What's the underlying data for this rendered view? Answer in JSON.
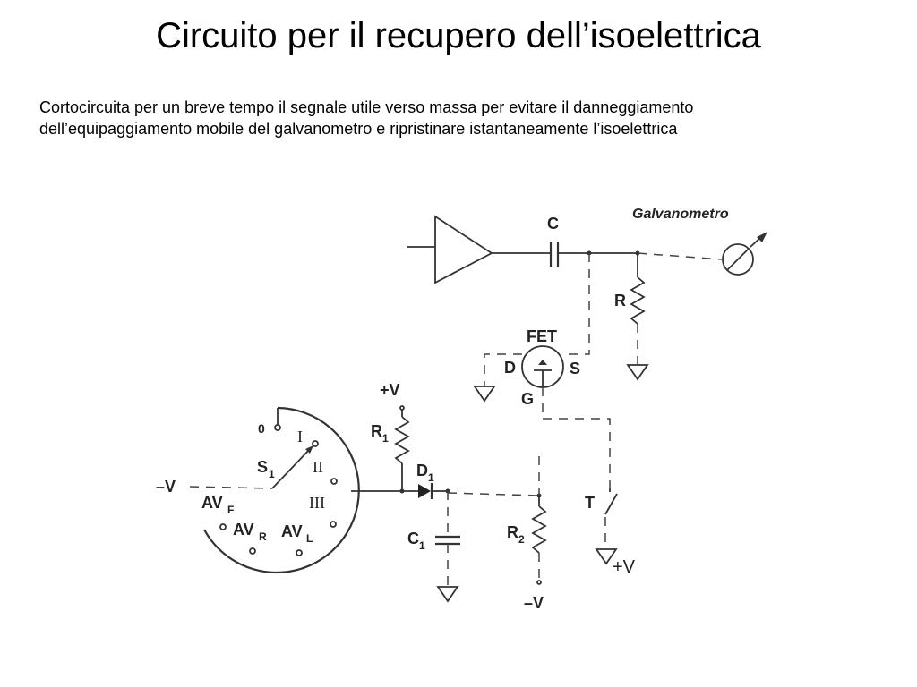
{
  "slide": {
    "title": "Circuito per il recupero dell’isoelettrica",
    "description": [
      "Cortocircuita per un breve tempo il segnale utile verso massa per evitare il danneggiamento",
      "dell’equipaggiamento mobile del galvanometro e ripristinare istantaneamente l’isoelettrica"
    ]
  },
  "diagram": {
    "galvanometer_label": "Galvanometro",
    "capacitor_c": "C",
    "resistor_r": "R",
    "fet_label": "FET",
    "fet_drain": "D",
    "fet_source": "S",
    "fet_gate": "G",
    "supply_plus": "+V",
    "r1_label": "R",
    "r1_sub": "1",
    "switch_s1": "S",
    "switch_s1_sub": "1",
    "pos_zero": "0",
    "pos_I": "I",
    "pos_II": "II",
    "pos_III": "III",
    "minus_v_left": "–V",
    "avf": "AV",
    "avf_sub": "F",
    "avr": "AV",
    "avr_sub": "R",
    "avl": "AV",
    "avl_sub": "L",
    "d1_label": "D",
    "d1_sub": "1",
    "c1_label": "C",
    "c1_sub": "1",
    "r2_label": "R",
    "r2_sub": "2",
    "minus_v_bottom": "–V",
    "switch_t": "T",
    "supply_plus_t": "+V"
  }
}
